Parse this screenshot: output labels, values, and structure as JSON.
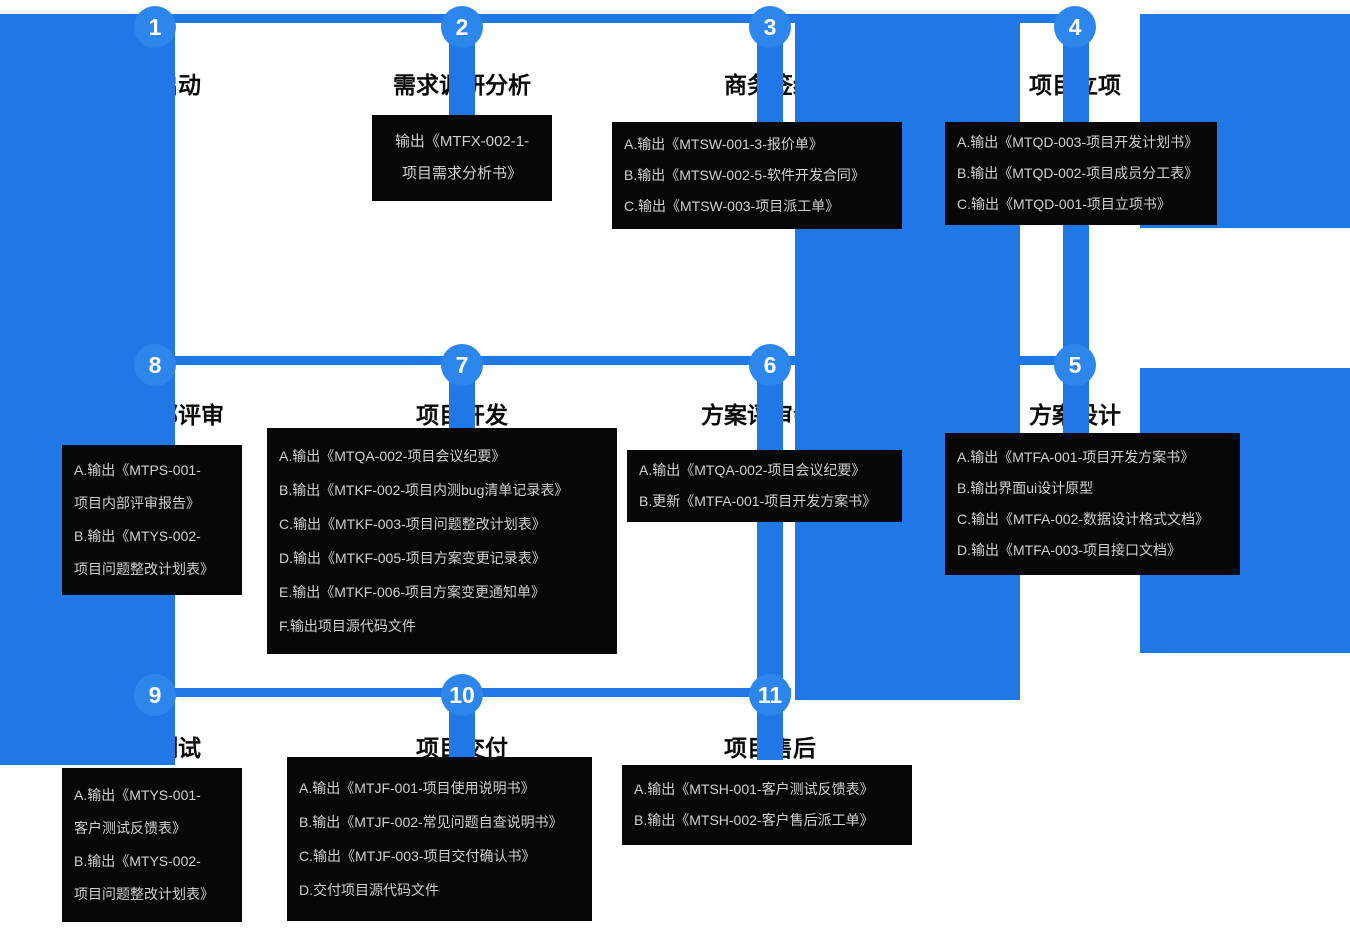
{
  "palette": {
    "blue": "#2078e6",
    "circle_blue": "#2d86ec",
    "box_bg": "#070707",
    "box_text": "#d0d0d0",
    "title_text": "#0a0a0a"
  },
  "steps": [
    {
      "num": "1",
      "title": "项目启动",
      "outputs": []
    },
    {
      "num": "2",
      "title": "需求调研分析",
      "outputs": [
        "输出《MTFX-002-1-",
        "项目需求分析书》"
      ]
    },
    {
      "num": "3",
      "title": "商务签约",
      "outputs": [
        "A.输出《MTSW-001-3-报价单》",
        "B.输出《MTSW-002-5-软件开发合同》",
        "C.输出《MTSW-003-项目派工单》"
      ]
    },
    {
      "num": "4",
      "title": "项目立项",
      "outputs": [
        "A.输出《MTQD-003-项目开发计划书》",
        "B.输出《MTQD-002-项目成员分工表》",
        "C.输出《MTQD-001-项目立项书》"
      ]
    },
    {
      "num": "5",
      "title": "方案设计",
      "outputs": [
        "A.输出《MTFA-001-项目开发方案书》",
        "B.输出界面ui设计原型",
        "C.输出《MTFA-002-数据设计格式文档》",
        "D.输出《MTFA-003-项目接口文档》"
      ]
    },
    {
      "num": "6",
      "title": "方案评审会议",
      "outputs": [
        "A.输出《MTQA-002-项目会议纪要》",
        "B.更新《MTFA-001-项目开发方案书》"
      ]
    },
    {
      "num": "7",
      "title": "项目开发",
      "outputs": [
        "A.输出《MTQA-002-项目会议纪要》",
        "B.输出《MTKF-002-项目内测bug清单记录表》",
        "C.输出《MTKF-003-项目问题整改计划表》",
        "D.输出《MTKF-005-项目方案变更记录表》",
        "E.输出《MTKF-006-项目方案变更通知单》",
        "F.输出项目源代码文件"
      ]
    },
    {
      "num": "8",
      "title": "项目内部评审",
      "outputs": [
        "A.输出《MTPS-001-",
        "项目内部评审报告》",
        "B.输出《MTYS-002-",
        "项目问题整改计划表》"
      ]
    },
    {
      "num": "9",
      "title": "客户测试",
      "outputs": [
        "A.输出《MTYS-001-",
        "客户测试反馈表》",
        "B.输出《MTYS-002-",
        "项目问题整改计划表》"
      ]
    },
    {
      "num": "10",
      "title": "项目交付",
      "outputs": [
        "A.输出《MTJF-001-项目使用说明书》",
        "B.输出《MTJF-002-常见问题自查说明书》",
        "C.输出《MTJF-003-项目交付确认书》",
        "D.交付项目源代码文件"
      ]
    },
    {
      "num": "11",
      "title": "项目售后",
      "outputs": [
        "A.输出《MTSH-001-客户测试反馈表》",
        "B.输出《MTSH-002-客户售后派工单》"
      ]
    }
  ]
}
